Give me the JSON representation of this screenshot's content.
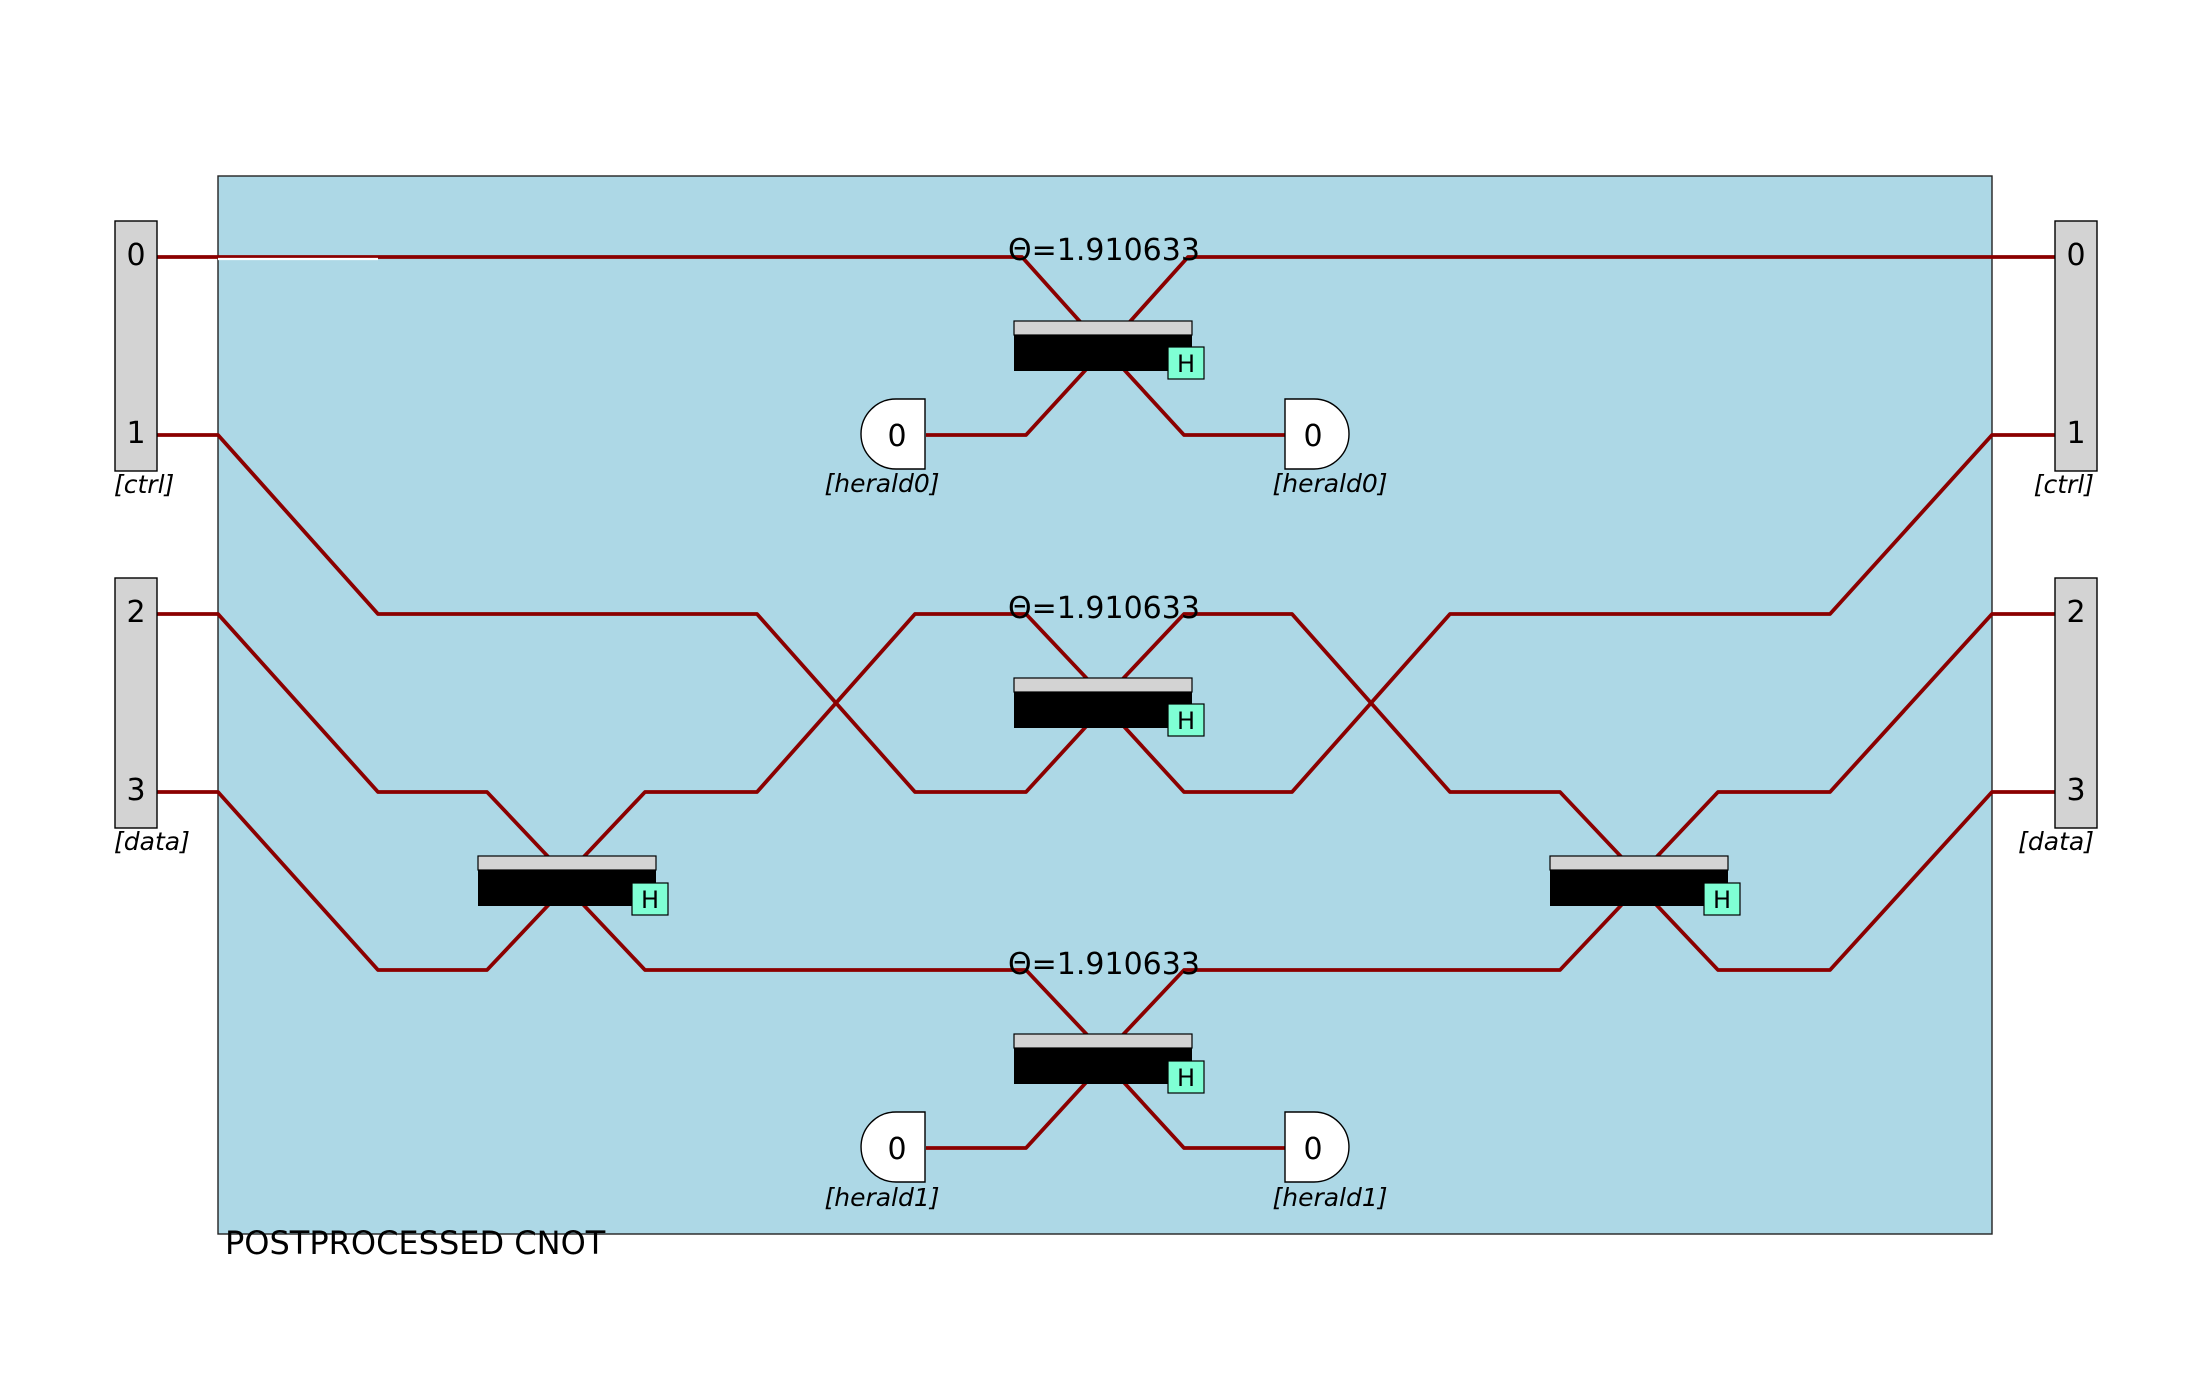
{
  "component_title": "POSTPROCESSED CNOT",
  "colors": {
    "background": "#add8e6",
    "wire": "#8b0000",
    "port": "#d3d3d3",
    "hadamard_tag": "#7fffd4"
  },
  "input_ports": {
    "groups": [
      {
        "label": "[ctrl]",
        "modes": [
          "0",
          "1"
        ]
      },
      {
        "label": "[data]",
        "modes": [
          "2",
          "3"
        ]
      }
    ]
  },
  "output_ports": {
    "groups": [
      {
        "label": "[ctrl]",
        "modes": [
          "0",
          "1"
        ]
      },
      {
        "label": "[data]",
        "modes": [
          "2",
          "3"
        ]
      }
    ]
  },
  "beam_splitters": [
    {
      "convention": "H",
      "theta_label": ""
    },
    {
      "convention": "H",
      "theta_label": "Θ=1.910633"
    },
    {
      "convention": "H",
      "theta_label": "Θ=1.910633"
    },
    {
      "convention": "H",
      "theta_label": "Θ=1.910633"
    },
    {
      "convention": "H",
      "theta_label": ""
    }
  ],
  "heralds": {
    "inputs": [
      {
        "value": "0",
        "label": "[herald0]"
      },
      {
        "value": "0",
        "label": "[herald1]"
      }
    ],
    "outputs": [
      {
        "value": "0",
        "label": "[herald0]"
      },
      {
        "value": "0",
        "label": "[herald1]"
      }
    ]
  }
}
